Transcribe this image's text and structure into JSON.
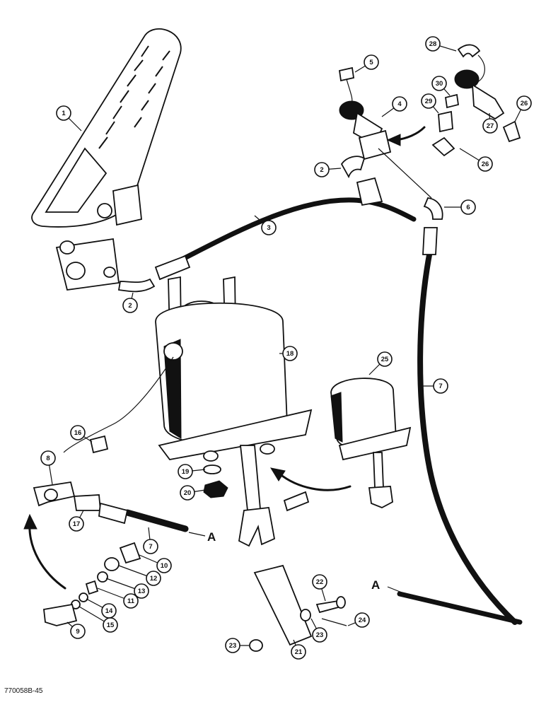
{
  "diagram": {
    "figure_id": "770058B-45",
    "section_marks": [
      "A",
      "A"
    ],
    "callouts": [
      {
        "label": "1"
      },
      {
        "label": "2"
      },
      {
        "label": "2"
      },
      {
        "label": "3"
      },
      {
        "label": "4"
      },
      {
        "label": "5"
      },
      {
        "label": "6"
      },
      {
        "label": "7"
      },
      {
        "label": "7"
      },
      {
        "label": "8"
      },
      {
        "label": "9"
      },
      {
        "label": "10"
      },
      {
        "label": "11"
      },
      {
        "label": "12"
      },
      {
        "label": "13"
      },
      {
        "label": "14"
      },
      {
        "label": "15"
      },
      {
        "label": "16"
      },
      {
        "label": "17"
      },
      {
        "label": "18"
      },
      {
        "label": "19"
      },
      {
        "label": "20"
      },
      {
        "label": "21"
      },
      {
        "label": "22"
      },
      {
        "label": "23"
      },
      {
        "label": "23"
      },
      {
        "label": "24"
      },
      {
        "label": "25"
      },
      {
        "label": "26"
      },
      {
        "label": "26"
      },
      {
        "label": "27"
      },
      {
        "label": "28"
      },
      {
        "label": "29"
      },
      {
        "label": "30"
      }
    ]
  }
}
